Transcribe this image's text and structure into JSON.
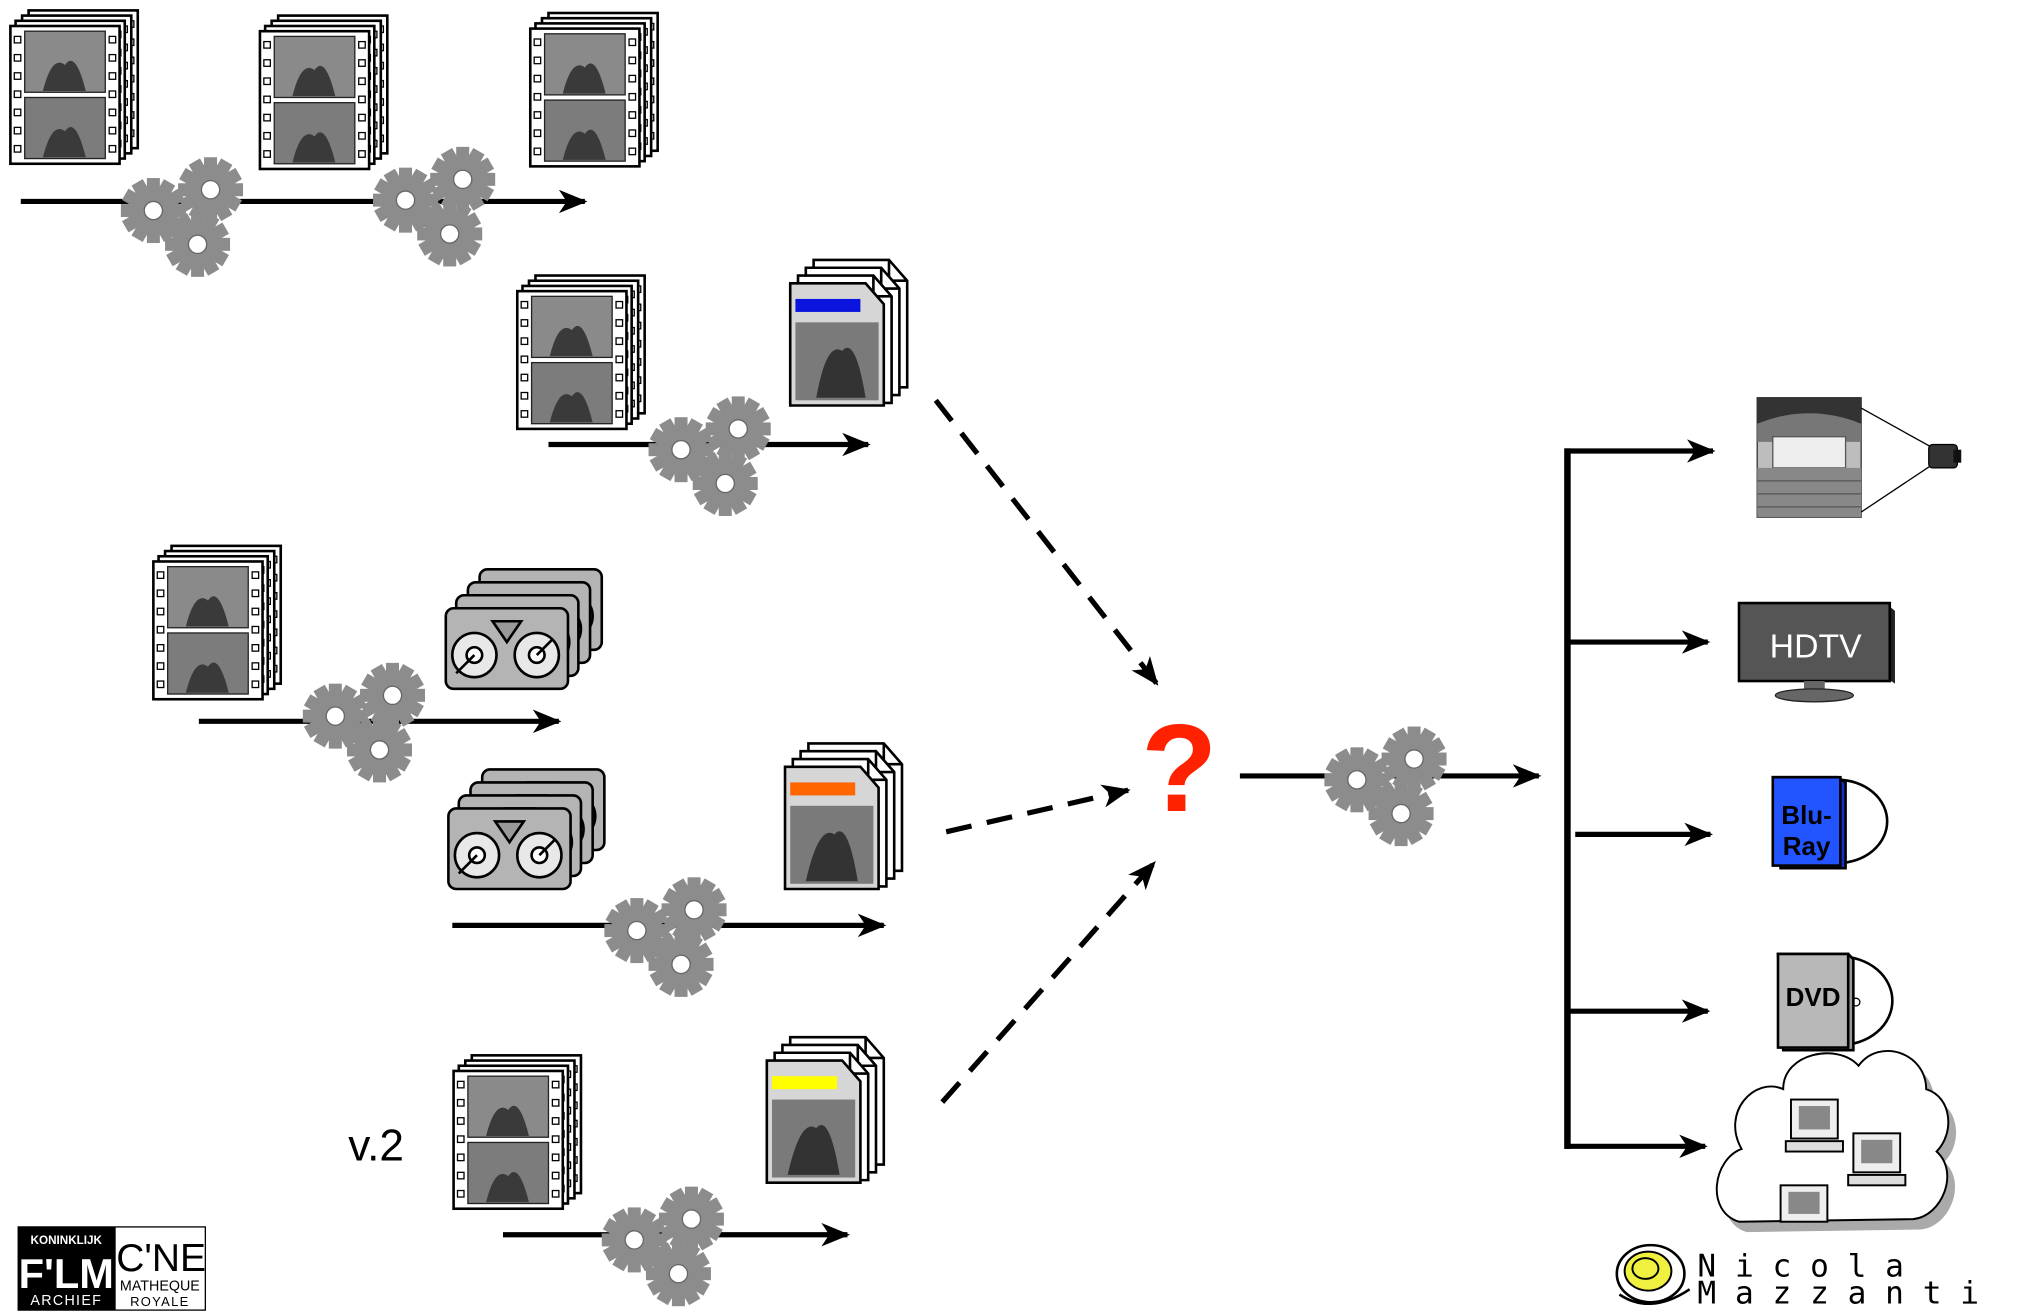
{
  "diagram": {
    "question_mark": "?",
    "version_label": "v.2",
    "outputs": {
      "hdtv_label": "HDTV",
      "bluray_label_line1": "Blu-",
      "bluray_label_line2": "Ray",
      "dvd_label": "DVD"
    },
    "colors": {
      "question": "#ff2200",
      "file_stripe_1": "#0a14dc",
      "file_stripe_2": "#ff6600",
      "file_stripe_3": "#ffff00",
      "bluray_box": "#2255ff",
      "gear": "#8c8c8c",
      "tape": "#b4b4b4"
    }
  },
  "logo": {
    "koninklijk": "KONINKLIJK",
    "film": "F'LM",
    "archief": "ARCHIEF",
    "cine": "C'NE",
    "matheque": "MATHEQUE",
    "royale": "ROYALE"
  },
  "signature": {
    "line1": "N i c o l a",
    "line2": "M a z z a n t i"
  }
}
